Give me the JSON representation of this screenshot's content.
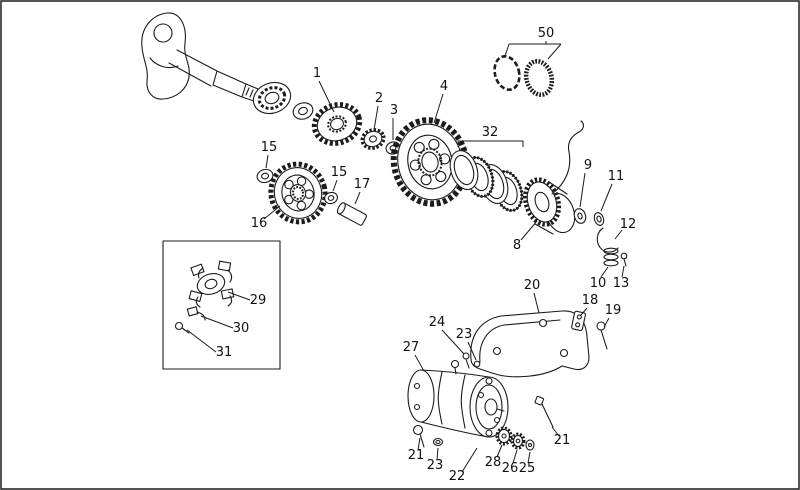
{
  "colors": {
    "background": "#ffffff",
    "line": "#1c1c1c",
    "text": "#101010"
  },
  "diagram": {
    "callouts": [
      {
        "label": "50"
      },
      {
        "label": "1"
      },
      {
        "label": "2"
      },
      {
        "label": "3"
      },
      {
        "label": "4"
      },
      {
        "label": "32"
      },
      {
        "label": "9"
      },
      {
        "label": "11"
      },
      {
        "label": "12"
      },
      {
        "label": "8"
      },
      {
        "label": "10"
      },
      {
        "label": "13"
      },
      {
        "label": "15"
      },
      {
        "label": "16"
      },
      {
        "label": "15"
      },
      {
        "label": "17"
      },
      {
        "label": "29"
      },
      {
        "label": "30"
      },
      {
        "label": "31"
      },
      {
        "label": "20"
      },
      {
        "label": "18"
      },
      {
        "label": "19"
      },
      {
        "label": "24"
      },
      {
        "label": "23"
      },
      {
        "label": "27"
      },
      {
        "label": "21"
      },
      {
        "label": "23"
      },
      {
        "label": "22"
      },
      {
        "label": "28"
      },
      {
        "label": "26"
      },
      {
        "label": "25"
      },
      {
        "label": "21"
      }
    ]
  }
}
